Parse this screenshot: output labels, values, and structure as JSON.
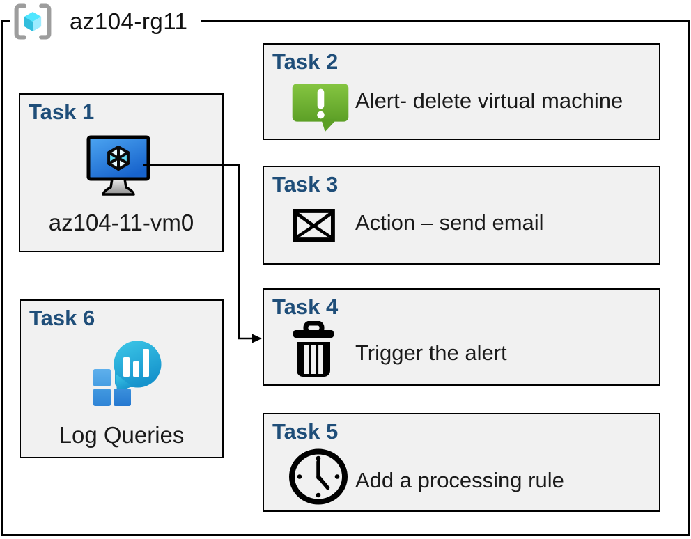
{
  "header": {
    "title": "az104-rg11",
    "icon": "resource-group-icon"
  },
  "tasks": [
    {
      "label": "Task 1",
      "caption": "az104-11-vm0",
      "icon": "virtual-machine-icon"
    },
    {
      "label": "Task 2",
      "caption": "Alert- delete virtual machine",
      "icon": "alert-icon"
    },
    {
      "label": "Task 3",
      "caption": "Action – send email",
      "icon": "email-icon"
    },
    {
      "label": "Task 4",
      "caption": "Trigger the alert",
      "icon": "trash-icon"
    },
    {
      "label": "Task 5",
      "caption": "Add a processing rule",
      "icon": "clock-icon"
    },
    {
      "label": "Task 6",
      "caption": "Log Queries",
      "icon": "log-analytics-icon"
    }
  ],
  "connector": {
    "from": "Task 1",
    "to": "Task 4"
  },
  "colors": {
    "task_label": "#1F4E79",
    "box_background": "#F1F1F1",
    "outline": "#000000",
    "body_text": "#1A1A1A",
    "alert_green": "#6FB52C",
    "vm_screen_blue": "#2B7DE0",
    "log_drop_cyan": "#29B9DF",
    "log_square_blue": "#3E92DD",
    "rg_cube_cyan": "#50E6FF",
    "rg_bracket_gray": "#9D9D9D"
  }
}
